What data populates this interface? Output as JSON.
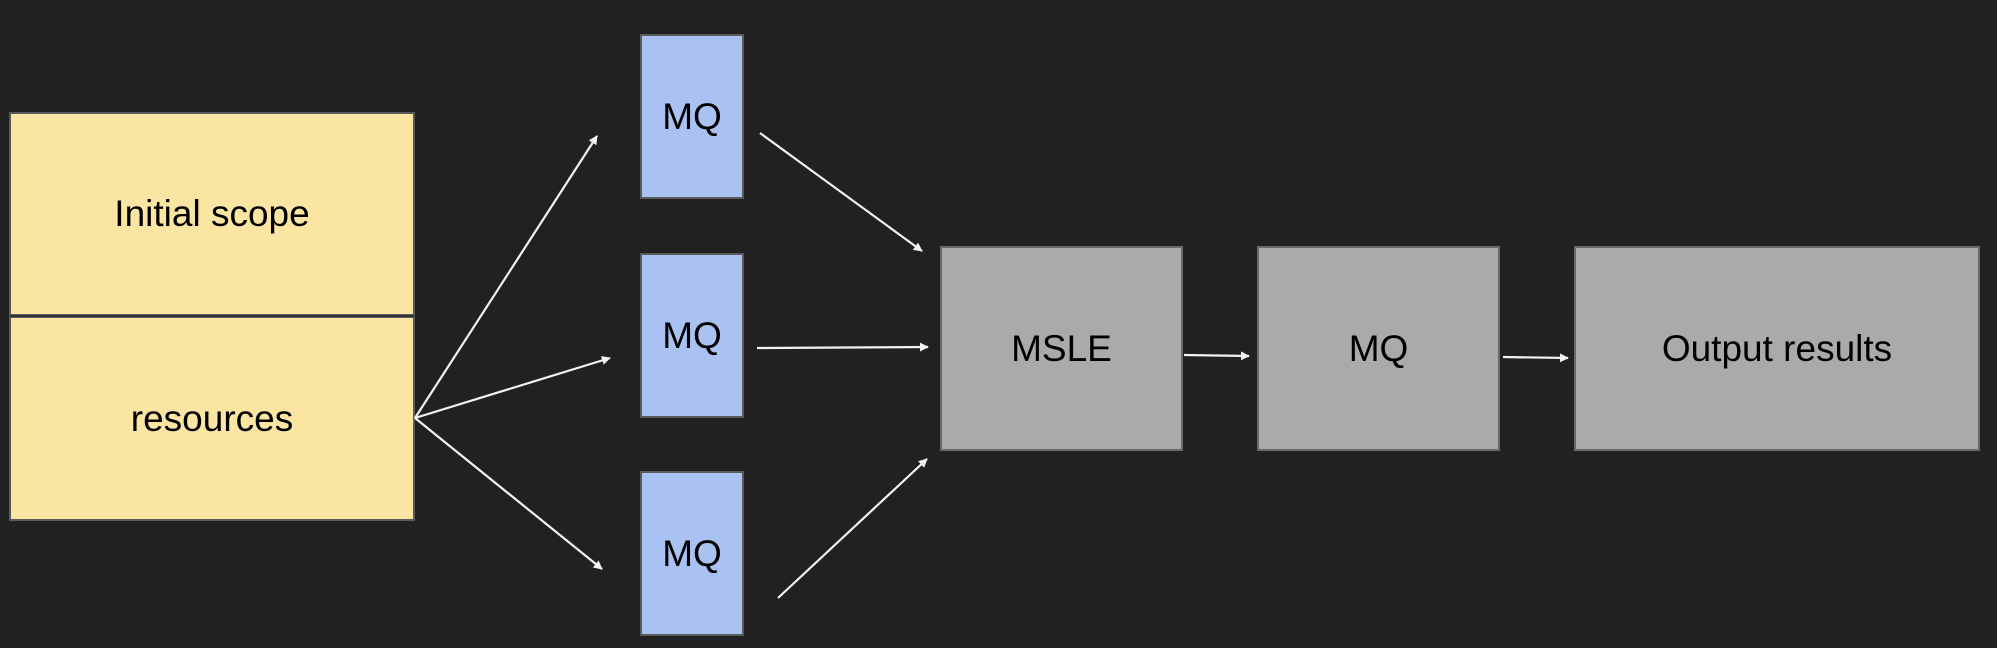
{
  "diagram": {
    "background_color": "#212121",
    "colors": {
      "input_fill": "#fbe5a2",
      "mq_fill": "#a9c2f2",
      "process_fill": "#aaaaaa",
      "arrow": "#f2f2f2"
    },
    "nodes": {
      "initial_scope": "Initial scope",
      "resources": "resources",
      "mq_top": "MQ",
      "mq_middle": "MQ",
      "mq_bottom": "MQ",
      "msle": "MSLE",
      "mq_final": "MQ",
      "output": "Output results"
    },
    "edges": [
      {
        "from": "resources",
        "to": "mq_top"
      },
      {
        "from": "resources",
        "to": "mq_middle"
      },
      {
        "from": "resources",
        "to": "mq_bottom"
      },
      {
        "from": "mq_top",
        "to": "msle"
      },
      {
        "from": "mq_middle",
        "to": "msle"
      },
      {
        "from": "mq_bottom",
        "to": "msle"
      },
      {
        "from": "msle",
        "to": "mq_final"
      },
      {
        "from": "mq_final",
        "to": "output"
      }
    ]
  }
}
